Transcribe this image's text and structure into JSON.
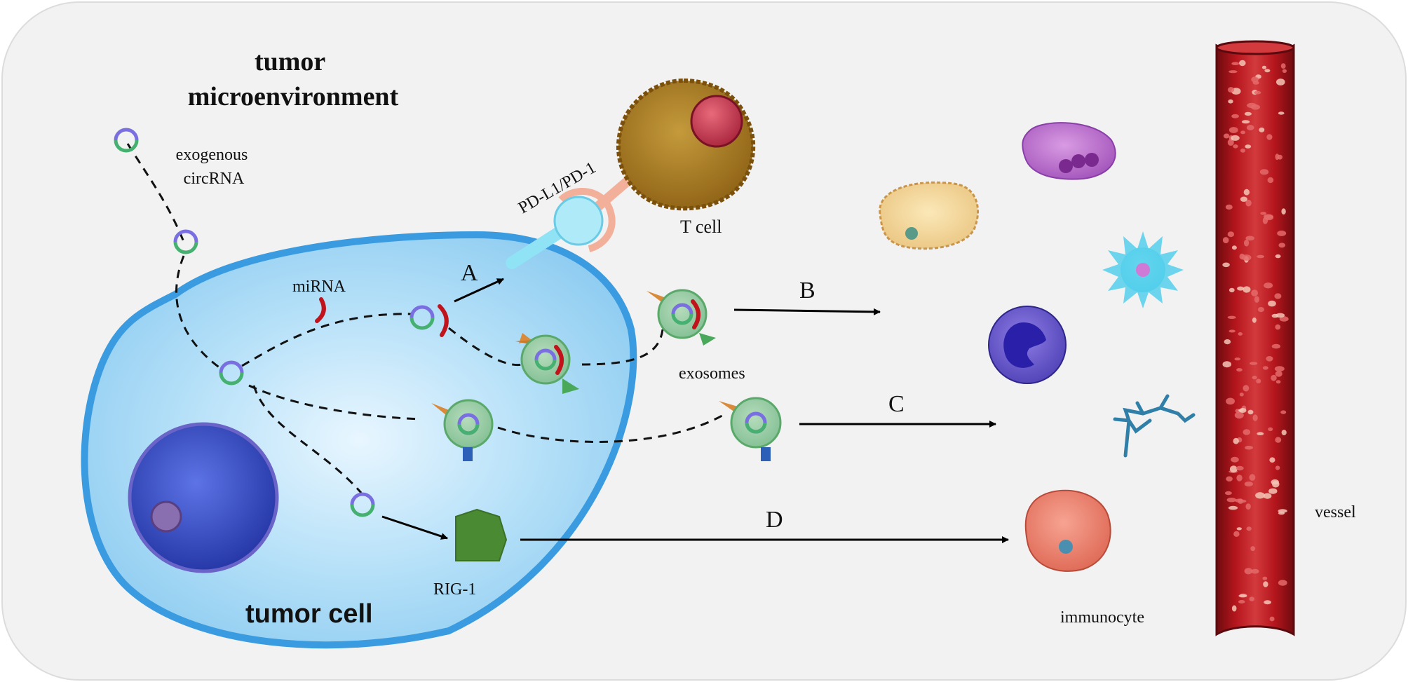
{
  "labels": {
    "title": "tumor\nmicroenvironment",
    "exogenous": "exogenous\ncircRNA",
    "mirna": "miRNA",
    "pdl1": "PD-L1/PD-1",
    "tcell": "T cell",
    "exosomes": "exosomes",
    "rig1": "RIG-1",
    "tumor_cell": "tumor cell",
    "immunocyte": "immunocyte",
    "vessel": "vessel",
    "path_a": "A",
    "path_b": "B",
    "path_c": "C",
    "path_d": "D"
  },
  "colors": {
    "background": "#f2f2f2",
    "cell_fill": "#9fd6f4",
    "cell_border": "#3a9be0",
    "nucleus": "#2b3fb8",
    "vessel": "#b0151b",
    "circ_purple": "#7a6fe0",
    "circ_green": "#46b070",
    "mirna": "#c0131c"
  }
}
